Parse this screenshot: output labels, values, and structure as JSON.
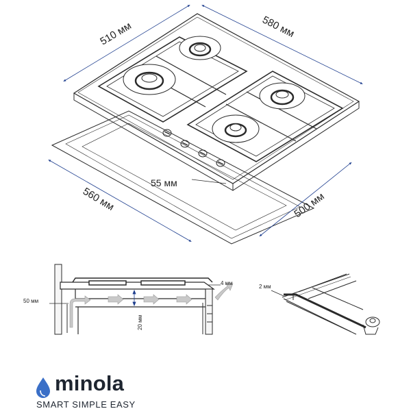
{
  "dimensions": {
    "top_left": "510 мм",
    "top_right": "580 мм",
    "bottom_left": "560 мм",
    "bottom_right": "500 мм",
    "front": "55 мм"
  },
  "section": {
    "gap_right": "4 мм",
    "gap_left": "50 мм",
    "gap_vertical": "20 мм"
  },
  "seal": {
    "thickness": "2 мм"
  },
  "brand": {
    "name": "minola",
    "tagline": "SMART SIMPLE EASY",
    "color": "#1e2530",
    "drop_color": "#3a6fc7"
  },
  "colors": {
    "line": "#2a2a2a",
    "dimension": "#1f3f8f",
    "arrow_fill": "#c9c9c9"
  }
}
